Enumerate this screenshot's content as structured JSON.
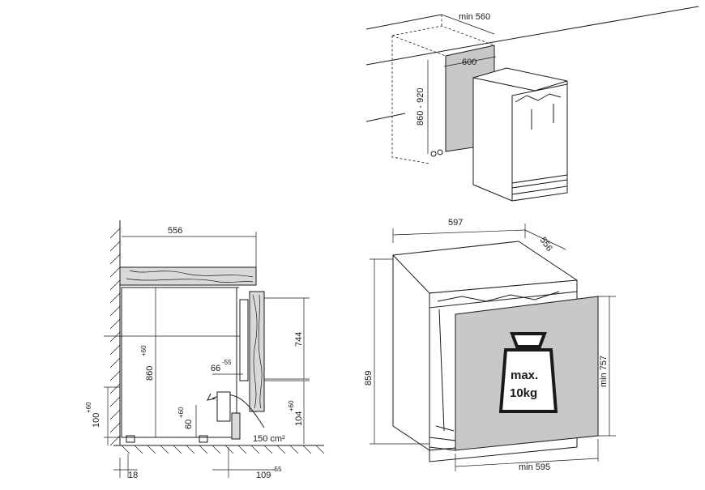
{
  "top_view": {
    "width_min": "min 560",
    "opening_width": "600",
    "height_range": "860 - 920"
  },
  "side_view": {
    "depth": "556",
    "height_main": "860",
    "height_main_tol": "+60",
    "door_height": "744",
    "offset": "66",
    "offset_tol": "-55",
    "plinth_height": "100",
    "plinth_height_tol": "+60",
    "foot_height": "60",
    "foot_height_tol": "+60",
    "vent_height": "104",
    "vent_height_tol": "+60",
    "vent_area": "150 cm²",
    "base_depth": "18",
    "vent_depth": "109",
    "vent_depth_tol": "-55"
  },
  "front_view": {
    "width": "597",
    "depth": "556",
    "height": "859",
    "door_height": "min 757",
    "base_width": "min 595",
    "weight_line1": "max.",
    "weight_line2": "10kg"
  }
}
